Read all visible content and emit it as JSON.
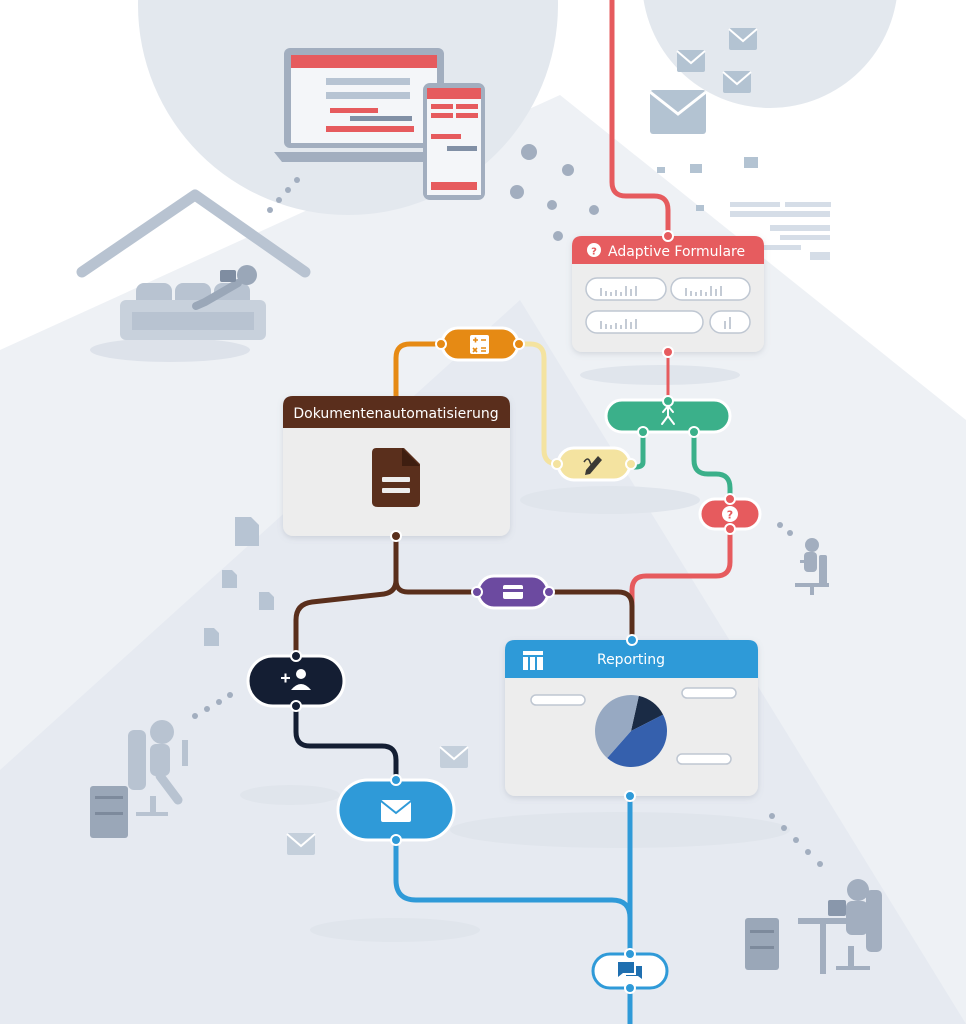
{
  "cards": {
    "forms": {
      "title": "Adaptive Formulare",
      "header_color": "#e65b5e"
    },
    "docs": {
      "title": "Dokumentenautomatisierung",
      "header_color": "#5a2f1c"
    },
    "reporting": {
      "title": "Reporting",
      "header_color": "#2f9ad8"
    }
  },
  "pie": {
    "slices": [
      {
        "value": 14,
        "color": "#1a2b45"
      },
      {
        "value": 44,
        "color": "#3560ad"
      },
      {
        "value": 42,
        "color": "#97a9c2"
      }
    ]
  },
  "icons": {
    "forms_header": "question-icon",
    "docs_body": "document-icon",
    "reporting_header": "table-icon",
    "calculator": "calculator-icon",
    "signature": "signature-icon",
    "merge": "merge-icon",
    "question": "question-icon",
    "card_payment": "credit-card-icon",
    "add_user": "add-user-icon",
    "email": "email-icon",
    "chat": "chat-icon"
  },
  "colors": {
    "red": "#e65b5e",
    "orange": "#e68a14",
    "brown": "#5a2f1c",
    "green": "#3bb08a",
    "purple": "#6c4aa0",
    "navy": "#141e33",
    "blue": "#2f9ad8",
    "yellow": "#f4e3a0"
  }
}
